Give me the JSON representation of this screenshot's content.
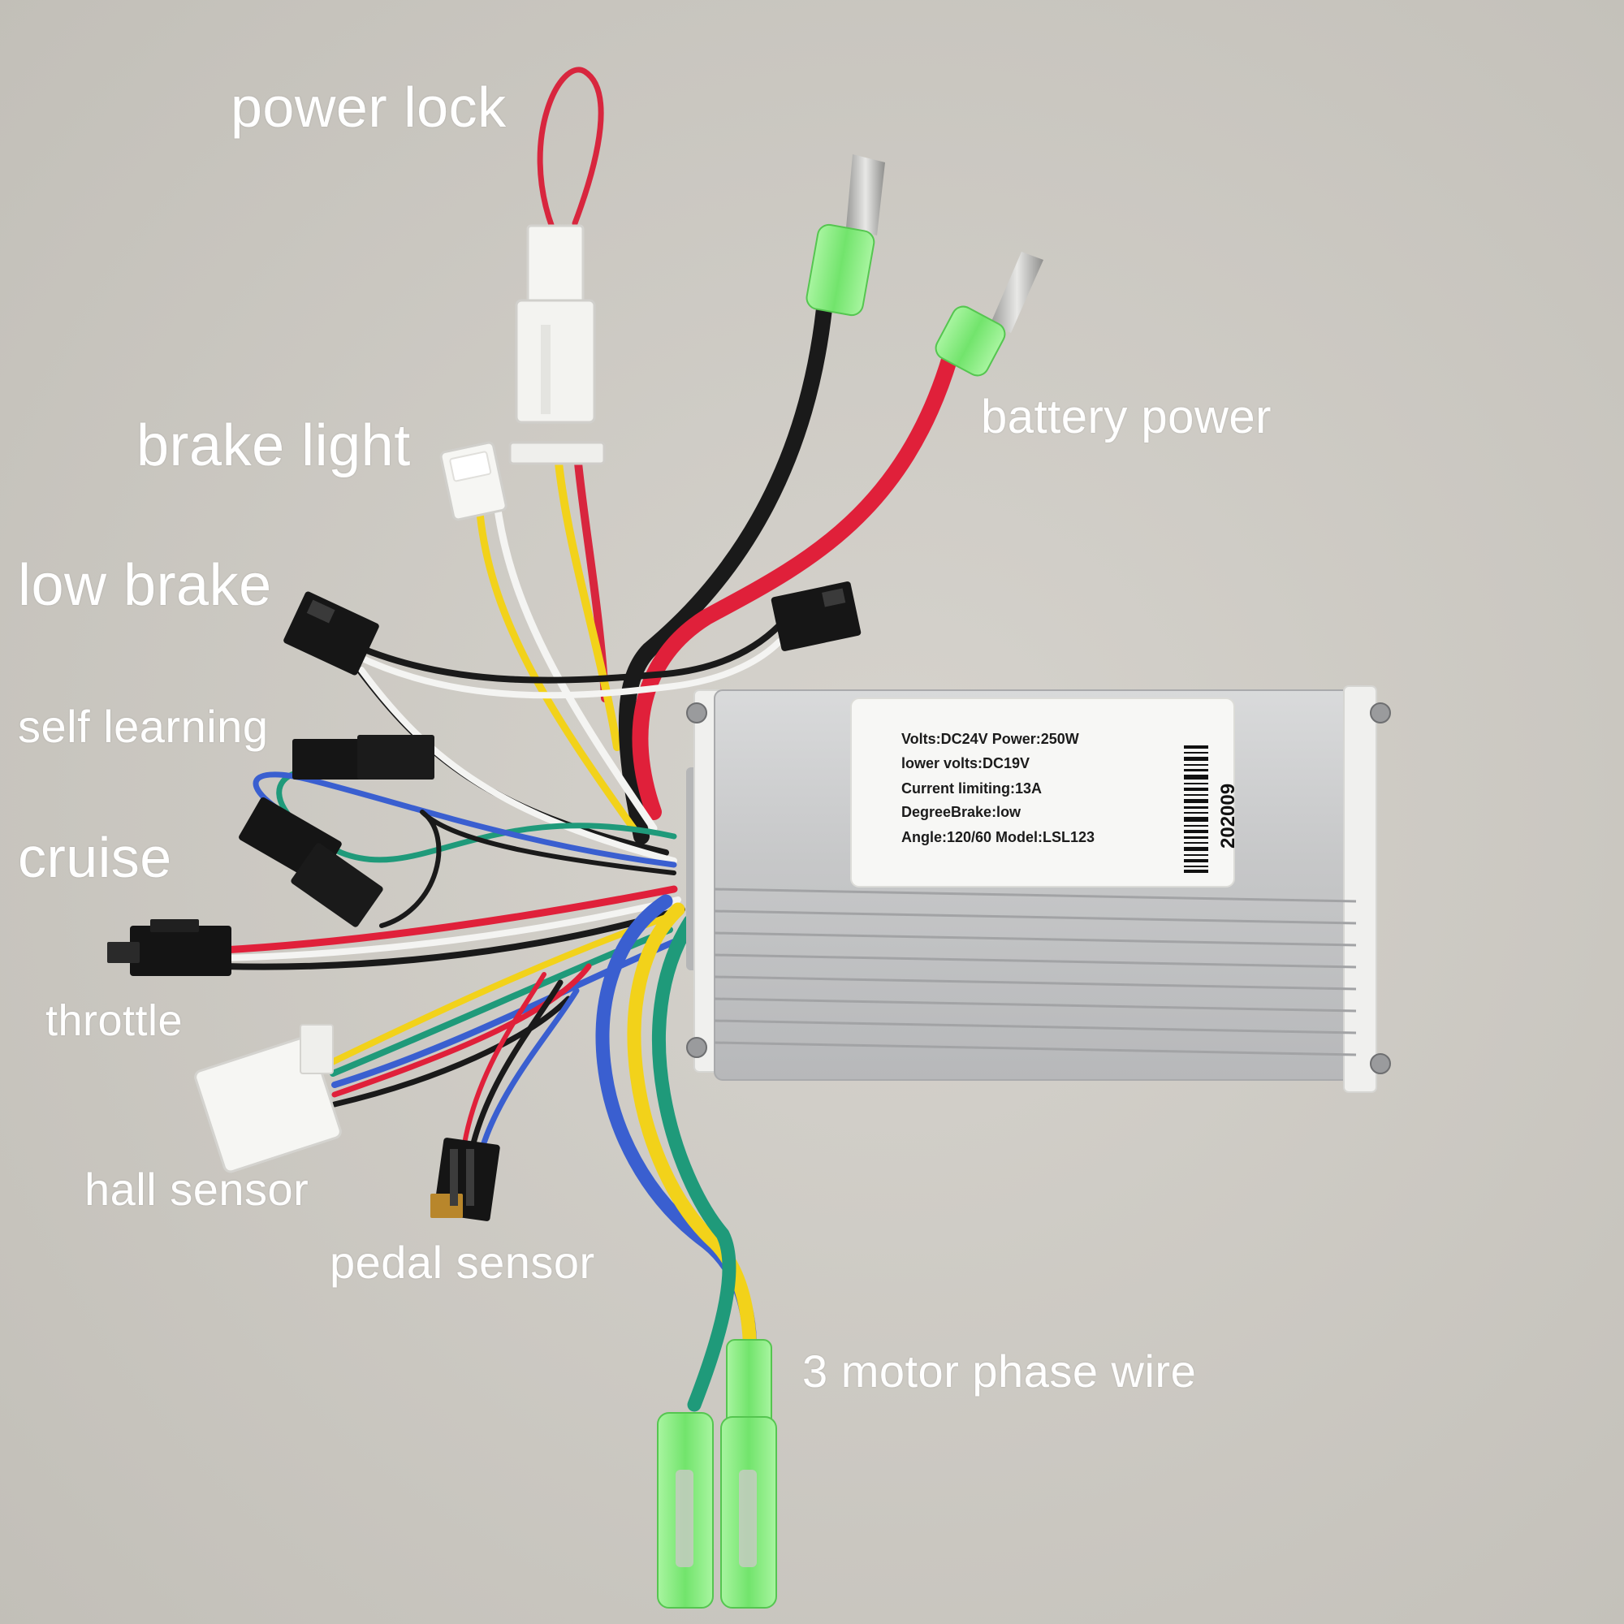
{
  "labels": {
    "power_lock": "power lock",
    "battery_power": "battery power",
    "brake_light": "brake light",
    "low_brake": "low brake",
    "self_learning": "self learning",
    "cruise": "cruise",
    "throttle": "throttle",
    "hall_sensor": "hall sensor",
    "pedal_sensor": "pedal sensor",
    "motor_phase": "3 motor phase wire"
  },
  "sticker": {
    "line1": "Volts:DC24V  Power:250W",
    "line2": "lower volts:DC19V",
    "line3": "Current limiting:13A",
    "line4": "DegreeBrake:low",
    "line5": "Angle:120/60  Model:LSL123",
    "serial": "202009"
  },
  "colors": {
    "background": "#cfccc6",
    "label_text": "#ffffff",
    "case": "#c9cacb",
    "wire_red": "#e0203a",
    "wire_black": "#1a1a1a",
    "wire_yellow": "#f2d21a",
    "wire_green": "#1f9a7a",
    "wire_blue": "#3a5fd0",
    "wire_white": "#f4f4f2",
    "terminal_green": "#7df07a"
  }
}
